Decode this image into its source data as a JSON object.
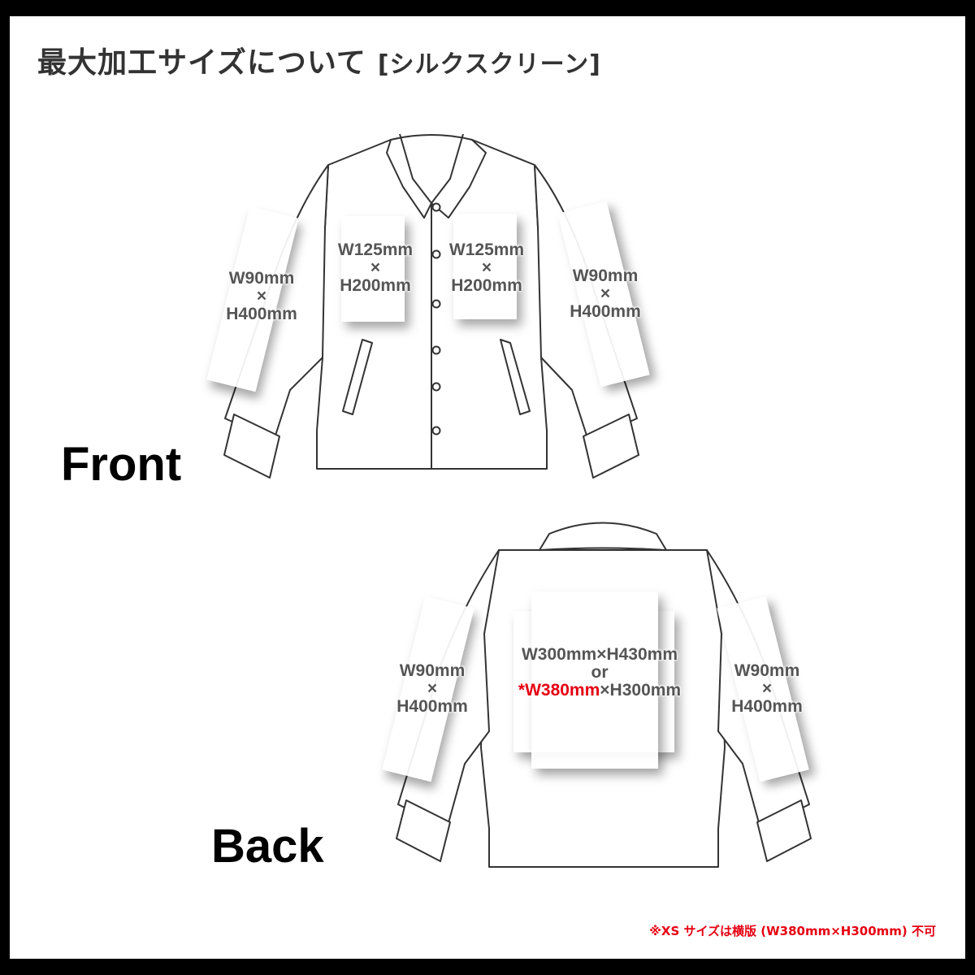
{
  "header": {
    "title": "最大加工サイズについて",
    "subtitle": "[シルクスクリーン]"
  },
  "front": {
    "label": "Front",
    "zones": {
      "left_sleeve": {
        "line1": "W90mm",
        "times": "×",
        "line2": "H400mm"
      },
      "left_chest": {
        "line1": "W125mm",
        "times": "×",
        "line2": "H200mm"
      },
      "right_chest": {
        "line1": "W125mm",
        "times": "×",
        "line2": "H200mm"
      },
      "right_sleeve": {
        "line1": "W90mm",
        "times": "×",
        "line2": "H400mm"
      }
    }
  },
  "back": {
    "label": "Back",
    "zones": {
      "left_sleeve": {
        "line1": "W90mm",
        "times": "×",
        "line2": "H400mm"
      },
      "center": {
        "line1": "W300mm×H430mm",
        "or": "or",
        "alt_red": "*W380mm",
        "alt_rest": "×H300mm"
      },
      "right_sleeve": {
        "line1": "W90mm",
        "times": "×",
        "line2": "H400mm"
      }
    }
  },
  "footnote": "※XS サイズは横版 (W380mm×H300mm) 不可",
  "colors": {
    "frame": "#000000",
    "title_text": "#333333",
    "dimension_text": "#555555",
    "warning_red": "#e60012",
    "garment_outline": "#333333"
  }
}
